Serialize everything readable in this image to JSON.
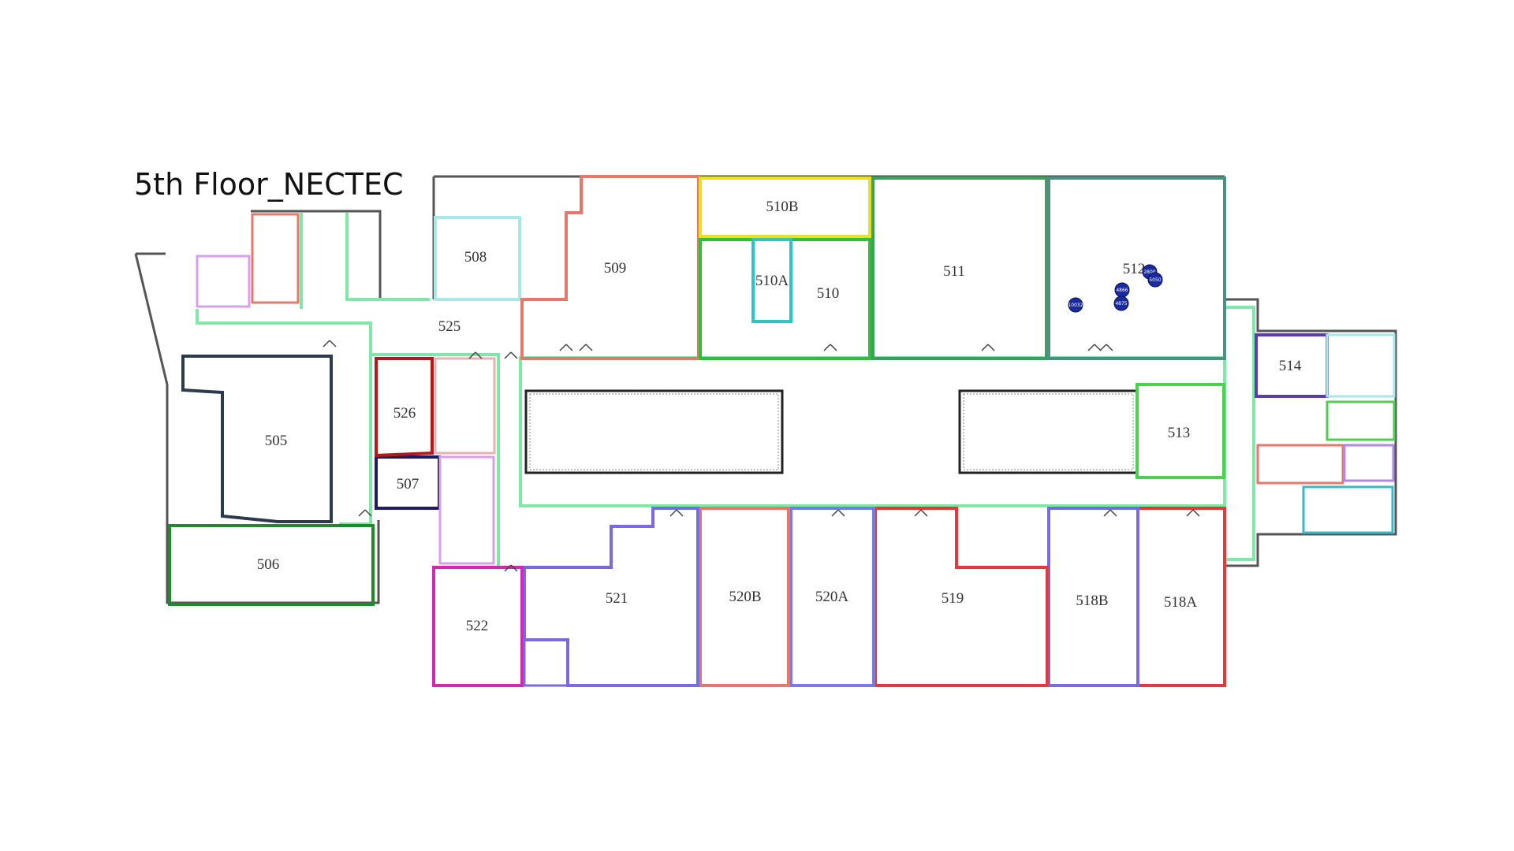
{
  "title": "5th Floor_NECTEC",
  "rooms": [
    {
      "label": "505",
      "color": "#2b3b4b"
    },
    {
      "label": "506",
      "color": "#1f8a2a"
    },
    {
      "label": "507",
      "color": "#1c1c5e"
    },
    {
      "label": "508",
      "color": "#a8e8e8"
    },
    {
      "label": "509",
      "color": "#e5786a"
    },
    {
      "label": "510",
      "color": "#2fbf3a"
    },
    {
      "label": "510A",
      "color": "#2ec4c4"
    },
    {
      "label": "510B",
      "color": "#e8e020"
    },
    {
      "label": "511",
      "color": "#3e9e5e"
    },
    {
      "label": "512",
      "color": "#4f8f7f"
    },
    {
      "label": "513",
      "color": "#4fcf4f"
    },
    {
      "label": "514",
      "color": "#5a3ab8"
    },
    {
      "label": "518A",
      "color": "#e03a3a"
    },
    {
      "label": "518B",
      "color": "#7a6ae0"
    },
    {
      "label": "519",
      "color": "#e03a3a"
    },
    {
      "label": "520A",
      "color": "#7a7ae0"
    },
    {
      "label": "520B",
      "color": "#e5786a"
    },
    {
      "label": "521",
      "color": "#7a6ae0"
    },
    {
      "label": "522",
      "color": "#d02ab0"
    },
    {
      "label": "525",
      "color": "#7fe8a8"
    },
    {
      "label": "526",
      "color": "#b01a1a"
    }
  ],
  "markers": [
    {
      "label": "4866"
    },
    {
      "label": "4875"
    },
    {
      "label": "2800"
    },
    {
      "label": "5050"
    },
    {
      "label": "10032"
    }
  ],
  "colors": {
    "wall": "#555555",
    "corridor": "#7fe8a8",
    "marker": "#1a2aa0"
  }
}
